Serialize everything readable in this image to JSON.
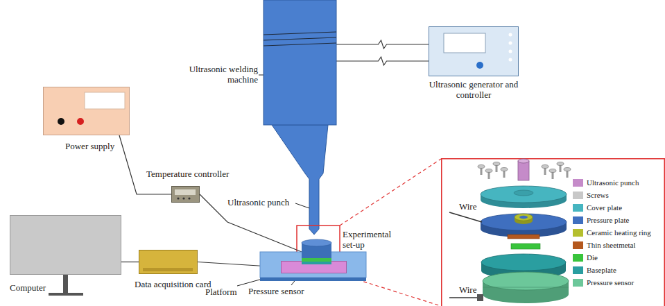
{
  "diagram": {
    "nodes": [
      {
        "text": [
          "Ultrasonic welding machine"
        ]
      },
      {
        "text": [
          "Ultrasonic generator and controller"
        ]
      },
      {
        "text": [
          "Power supply"
        ]
      },
      {
        "text": [
          "Temperature controller"
        ]
      },
      {
        "text": [
          "Computer"
        ]
      },
      {
        "text": [
          "Data acquisition card"
        ]
      },
      {
        "text": [
          "Platform"
        ]
      },
      {
        "text": [
          "Pressure sensor"
        ],
        "in": 6
      },
      {
        "text": [
          "Experimental set-up"
        ],
        "in": 7
      }
    ],
    "edges": [
      {
        "from": 0,
        "to": 1,
        "arrow": "none"
      },
      {
        "from": 0,
        "to": 1,
        "arrow": "none"
      },
      {
        "from": 2,
        "to": 3,
        "arrow": "none"
      },
      {
        "from": 3,
        "to": 8,
        "arrow": "none"
      },
      {
        "from": 4,
        "to": 5,
        "arrow": "none"
      },
      {
        "from": 5,
        "to": 7,
        "arrow": "none"
      }
    ],
    "labels": [
      "Ultrasonic punch",
      "Wire",
      "Wire"
    ],
    "legend": [
      {
        "text": "Ultrasonic punch",
        "color": "#c58bc9"
      },
      {
        "text": "Screws",
        "color": "#c8c8c8"
      },
      {
        "text": "Cover plate",
        "color": "#46b5c0"
      },
      {
        "text": "Pressure plate",
        "color": "#3f6fbf"
      },
      {
        "text": "Ceramic heating ring",
        "color": "#b5bf2e"
      },
      {
        "text": "Thin sheetmetal",
        "color": "#b4581e"
      },
      {
        "text": "Die",
        "color": "#39c43c"
      },
      {
        "text": "Baseplate",
        "color": "#2a9ea0"
      },
      {
        "text": "Pressure sensor",
        "color": "#6cc79a"
      }
    ]
  }
}
